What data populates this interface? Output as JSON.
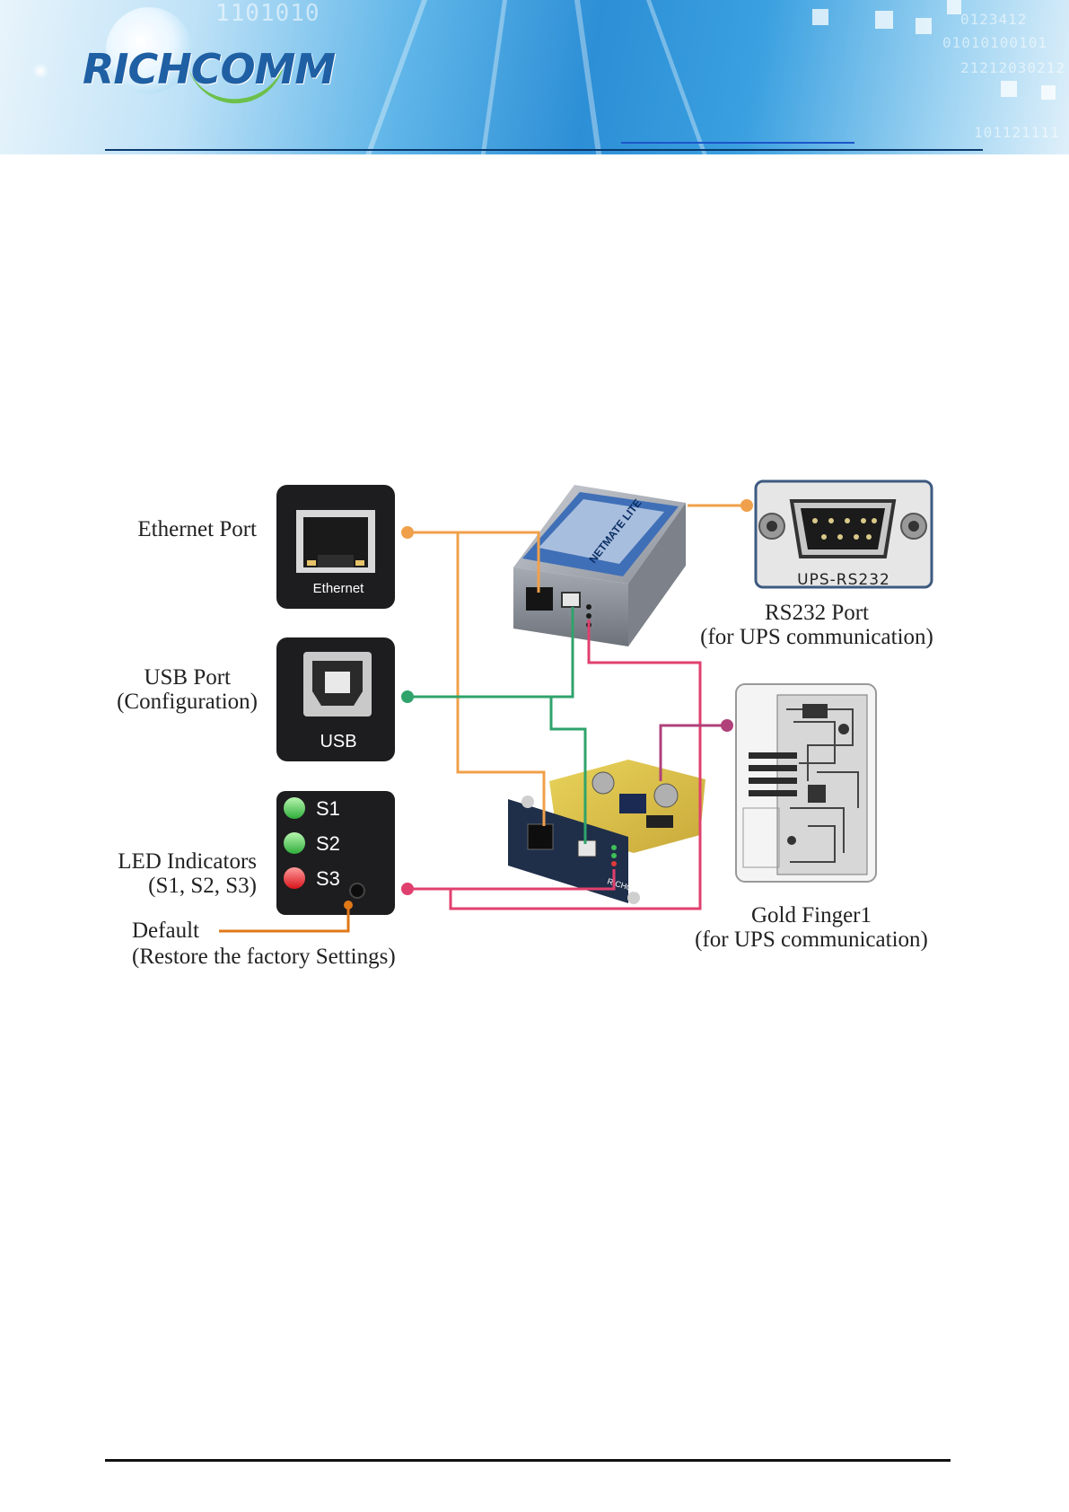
{
  "header": {
    "logo_text": "RICHCOMM",
    "banner_digits": [
      "1101010",
      "0123412",
      "01010100101",
      "21212030212",
      "101121111"
    ]
  },
  "diagram": {
    "labels": {
      "ethernet_port": "Ethernet Port",
      "usb_port_1": "USB Port",
      "usb_port_2": "(Configuration)",
      "led_1": "LED Indicators",
      "led_2": "(S1, S2, S3)",
      "default_1": "Default",
      "default_2": "(Restore the factory Settings)",
      "rs232_1": "RS232 Port",
      "rs232_2": "(for UPS communication)",
      "gold_1": "Gold Finger1",
      "gold_2": "(for UPS communication)"
    },
    "photo_text": {
      "ethernet": "Ethernet",
      "usb": "USB",
      "s1": "S1",
      "s2": "S2",
      "s3": "S3",
      "ups_rs232": "UPS-RS232",
      "box_label": "NETMATE LITE",
      "card_brand": "RICHCOMM"
    },
    "colors": {
      "ethernet_line": "#f0a04a",
      "usb_line": "#2fa36b",
      "led_line": "#e0406e",
      "gold_line": "#b0407a",
      "default_line": "#e07818"
    }
  }
}
